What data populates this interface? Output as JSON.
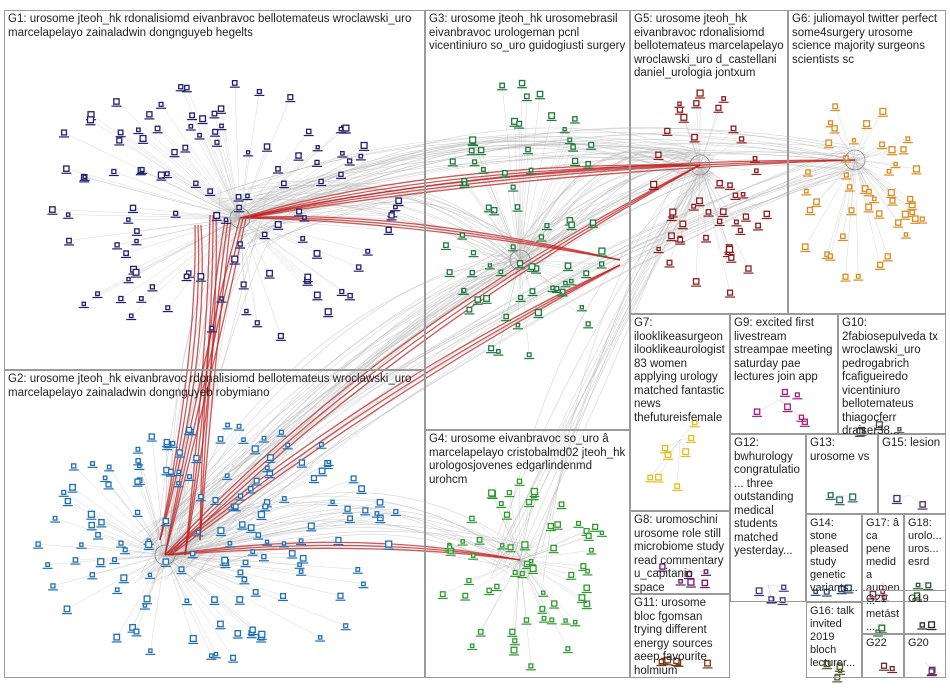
{
  "colors": {
    "background": "#ffffff",
    "panel_border": "#9a9a9a",
    "edge_gray": "#b8b8b8",
    "edge_red": "#c02020",
    "g1_nodes": "#1f1f6e",
    "g2_nodes": "#1f6fb4",
    "g3_nodes": "#1e7a3c",
    "g4_nodes": "#2f9a2f",
    "g5_nodes": "#8a1e1e",
    "g6_nodes": "#d98c20",
    "g7_nodes": "#e0c020",
    "g9_nodes": "#a02080",
    "label_text": "#222222"
  },
  "groups": [
    {
      "id": "G1",
      "label": "G1: urosome jteoh_hk rdonalisiomd eivanbravoc bellotemateus wroclawski_uro marcelapelayo zainaladwin dongnguyeb hegelts",
      "color": "#1f1f6e",
      "nodes": 110
    },
    {
      "id": "G2",
      "label": "G2: urosome jteoh_hk eivanbravoc rdonalisiomd bellotemateus wroclawski_uro marcelapelayo zainaladwin dongnguyeb robymiano",
      "color": "#1f6fb4",
      "nodes": 140
    },
    {
      "id": "G3",
      "label": "G3: urosome jteoh_hk urosomebrasil eivanbravoc urologeman pcnl vicentiniuro so_uro guidogiusti surgery",
      "color": "#1e7a3c",
      "nodes": 70
    },
    {
      "id": "G4",
      "label": "G4: urosome eivanbravoc so_uro â marcelapelayo cristobalmd02 jteoh_hk urologosjovenes edgarlindenmd urohcm",
      "color": "#2f9a2f",
      "nodes": 60
    },
    {
      "id": "G5",
      "label": "G5: urosome jteoh_hk eivanbravoc rdonalisiomd bellotemateus marcelapelayo wroclawski_uro d_castellani daniel_urologia jontxum",
      "color": "#8a1e1e",
      "nodes": 45
    },
    {
      "id": "G6",
      "label": "G6: juliomayol twitter perfect some4surgery urosome science majority surgeons scientists sc",
      "color": "#d98c20",
      "nodes": 45
    },
    {
      "id": "G7",
      "label": "G7: ilooklikeasurgeon ilooklikeaurologist 83 women applying urology matched fantastic news thefutureisfemale",
      "color": "#e0c020",
      "nodes": 8
    },
    {
      "id": "G8",
      "label": "G8: uromoschini urosome role still microbiome study read commentary u_capitanio space",
      "color": "#6a1a6a",
      "nodes": 6
    },
    {
      "id": "G9",
      "label": "G9: excited first livestream streampae meeting saturday pae lectures join app",
      "color": "#a02080",
      "nodes": 6
    },
    {
      "id": "G10",
      "label": "G10: 2fabiosepulveda tx wroclawski_uro pedrogabrich fcafigueiredo vicentiniuro bellotemateus thiagocferr draiser38...",
      "color": "#4a4a4a",
      "nodes": 4
    },
    {
      "id": "G11",
      "label": "G11: urosome bloc fgomsan trying different energy sources aeep favourite holmium",
      "color": "#7a3a1a",
      "nodes": 6
    },
    {
      "id": "G12",
      "label": "G12: bwhurology congratulatio... three outstanding medical students matched yesterday...",
      "color": "#3a3a8a",
      "nodes": 5
    },
    {
      "id": "G13",
      "label": "G13: urosome vs",
      "color": "#2a6a6a",
      "nodes": 3
    },
    {
      "id": "G14",
      "label": "G14: stone pleased study genetic variants...",
      "color": "#2a4a7a",
      "nodes": 4
    },
    {
      "id": "G15",
      "label": "G15: lesion",
      "color": "#4a2a6a",
      "nodes": 2
    },
    {
      "id": "G16",
      "label": "G16: talk invited 2019 bloch lecturer...",
      "color": "#5a5a2a",
      "nodes": 4
    },
    {
      "id": "G17",
      "label": "G17: â ca pene medida aumen... metást...",
      "color": "#8a2a4a",
      "nodes": 3
    },
    {
      "id": "G18",
      "label": "G18: urolo... uros... esrd",
      "color": "#2a5a2a",
      "nodes": 3
    },
    {
      "id": "G19",
      "label": "G19",
      "color": "#2a2a2a",
      "nodes": 2
    },
    {
      "id": "G20",
      "label": "G20",
      "color": "#6a2a6a",
      "nodes": 2
    },
    {
      "id": "G21",
      "label": "G21",
      "color": "#2a6a2a",
      "nodes": 2
    },
    {
      "id": "G22",
      "label": "G22",
      "color": "#6a2a2a",
      "nodes": 2
    }
  ]
}
